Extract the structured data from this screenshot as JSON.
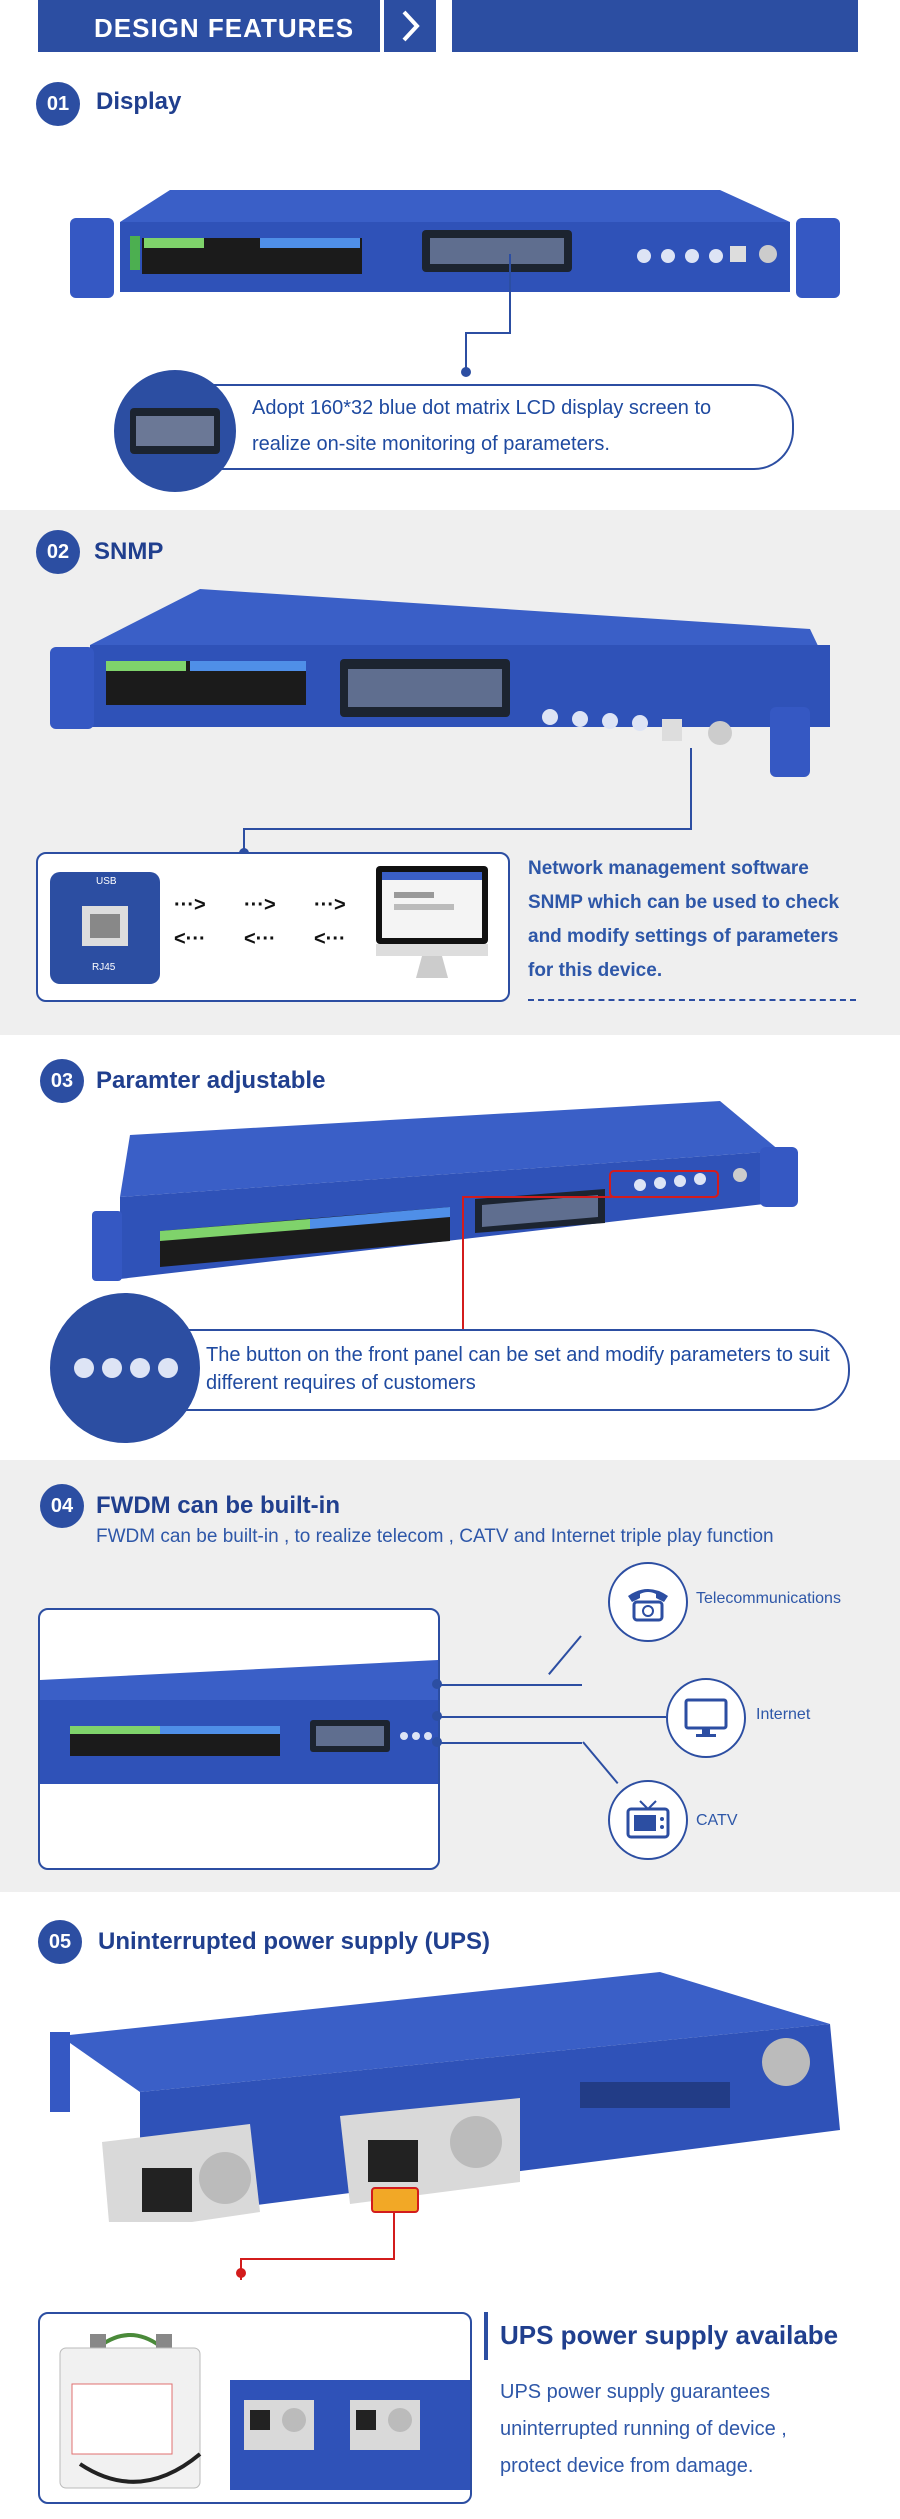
{
  "header": {
    "title": "DESIGN FEATURES",
    "chevron_icon": "chevron-right-icon",
    "accent_color": "#2c4ea2"
  },
  "sections": [
    {
      "number": "01",
      "title": "Display",
      "callout": "Adopt 160*32 blue dot matrix LCD display screen to realize on-site monitoring of parameters."
    },
    {
      "number": "02",
      "title": "SNMP",
      "callout_lines": [
        "Network management software",
        "SNMP which can be used to check",
        "and modify settings of parameters",
        "for this device."
      ],
      "port_labels": [
        "USB",
        "RJ45"
      ],
      "arrows": [
        "···>",
        "<···",
        "···>",
        "<···",
        "···>",
        "<···"
      ]
    },
    {
      "number": "03",
      "title": "Paramter adjustable",
      "callout": "The button on the front panel can be set and modify parameters to suit different requires of customers"
    },
    {
      "number": "04",
      "title": "FWDM can be built-in",
      "subtitle": "FWDM can be built-in , to realize telecom , CATV and Internet triple play function",
      "services": [
        {
          "label": "Telecommunications",
          "icon": "telephone-icon"
        },
        {
          "label": "Internet",
          "icon": "monitor-icon"
        },
        {
          "label": "CATV",
          "icon": "tv-icon"
        }
      ]
    },
    {
      "number": "05",
      "title": "Uninterrupted power supply (UPS)",
      "heading": "UPS power supply availabe",
      "lines": [
        "UPS power supply guarantees",
        "uninterrupted running of device ,",
        "protect device from damage."
      ]
    }
  ]
}
